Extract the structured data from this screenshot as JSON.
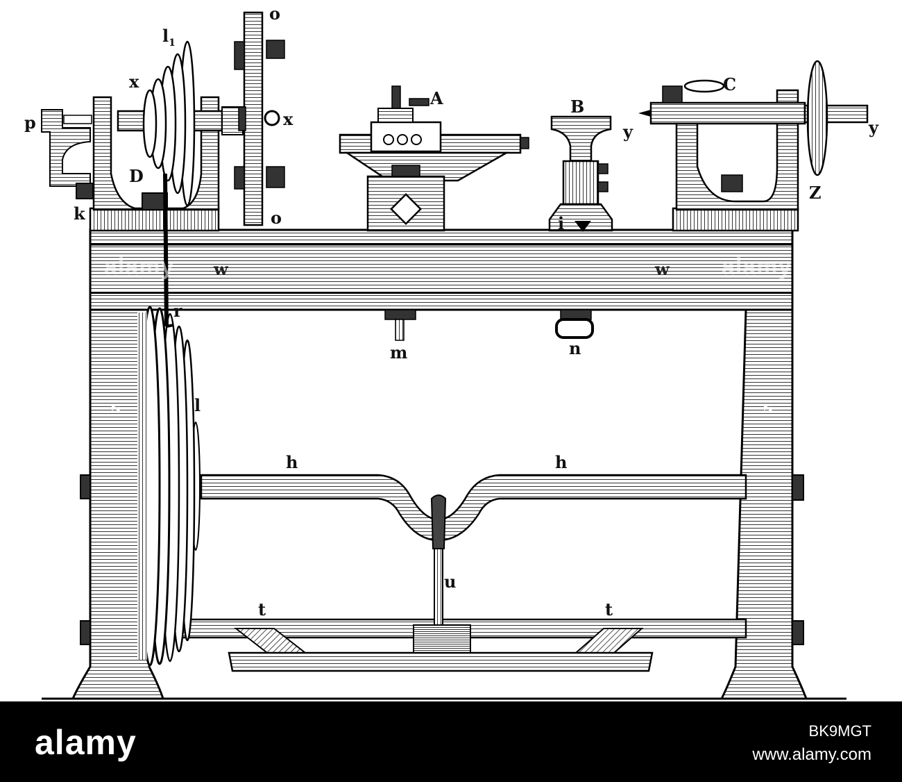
{
  "labels": {
    "p": "p",
    "k": "k",
    "x1": "x",
    "l1_base": "l",
    "l1_sub": "1",
    "D": "D",
    "o_top": "o",
    "x2": "x",
    "o_bottom": "o",
    "A": "A",
    "B": "B",
    "i": "i",
    "C": "C",
    "y1": "y",
    "y2": "y",
    "Z": "Z",
    "w_left": "w",
    "w_right": "w",
    "r": "r",
    "m": "m",
    "n": "n",
    "s_left": "s",
    "s_right": "s",
    "l": "l",
    "h_left": "h",
    "h_right": "h",
    "u": "u",
    "t_left": "t",
    "t_right": "t"
  },
  "watermarks": {
    "left": "alamy",
    "right": "alamy"
  },
  "footer": {
    "logo": "alamy",
    "image_id": "BK9MGT",
    "site": "www.alamy.com"
  }
}
